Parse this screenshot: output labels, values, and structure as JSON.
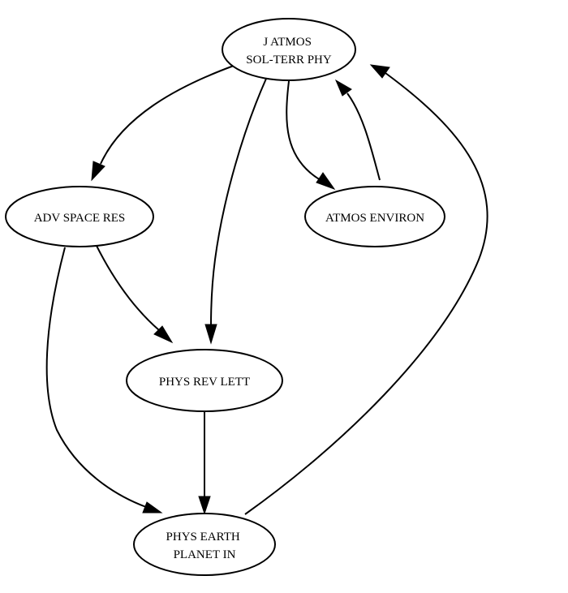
{
  "nodes": {
    "jatmos": {
      "lines": [
        "J ATMOS",
        "SOL-TERR PHY"
      ]
    },
    "advspace": {
      "lines": [
        "ADV SPACE RES"
      ]
    },
    "atmosenv": {
      "lines": [
        "ATMOS ENVIRON"
      ]
    },
    "physrev": {
      "lines": [
        "PHYS REV LETT"
      ]
    },
    "physearth": {
      "lines": [
        "PHYS EARTH",
        "PLANET IN"
      ]
    }
  },
  "edges": [
    {
      "from": "J ATMOS SOL-TERR PHY",
      "to": "ADV SPACE RES"
    },
    {
      "from": "J ATMOS SOL-TERR PHY",
      "to": "PHYS REV LETT"
    },
    {
      "from": "J ATMOS SOL-TERR PHY",
      "to": "ATMOS ENVIRON"
    },
    {
      "from": "ATMOS ENVIRON",
      "to": "J ATMOS SOL-TERR PHY"
    },
    {
      "from": "ADV SPACE RES",
      "to": "PHYS REV LETT"
    },
    {
      "from": "ADV SPACE RES",
      "to": "PHYS EARTH PLANET IN"
    },
    {
      "from": "PHYS REV LETT",
      "to": "PHYS EARTH PLANET IN"
    },
    {
      "from": "PHYS EARTH PLANET IN",
      "to": "J ATMOS SOL-TERR PHY"
    }
  ],
  "colors": {
    "stroke": "#000000",
    "fill": "#ffffff",
    "text": "#000000"
  }
}
